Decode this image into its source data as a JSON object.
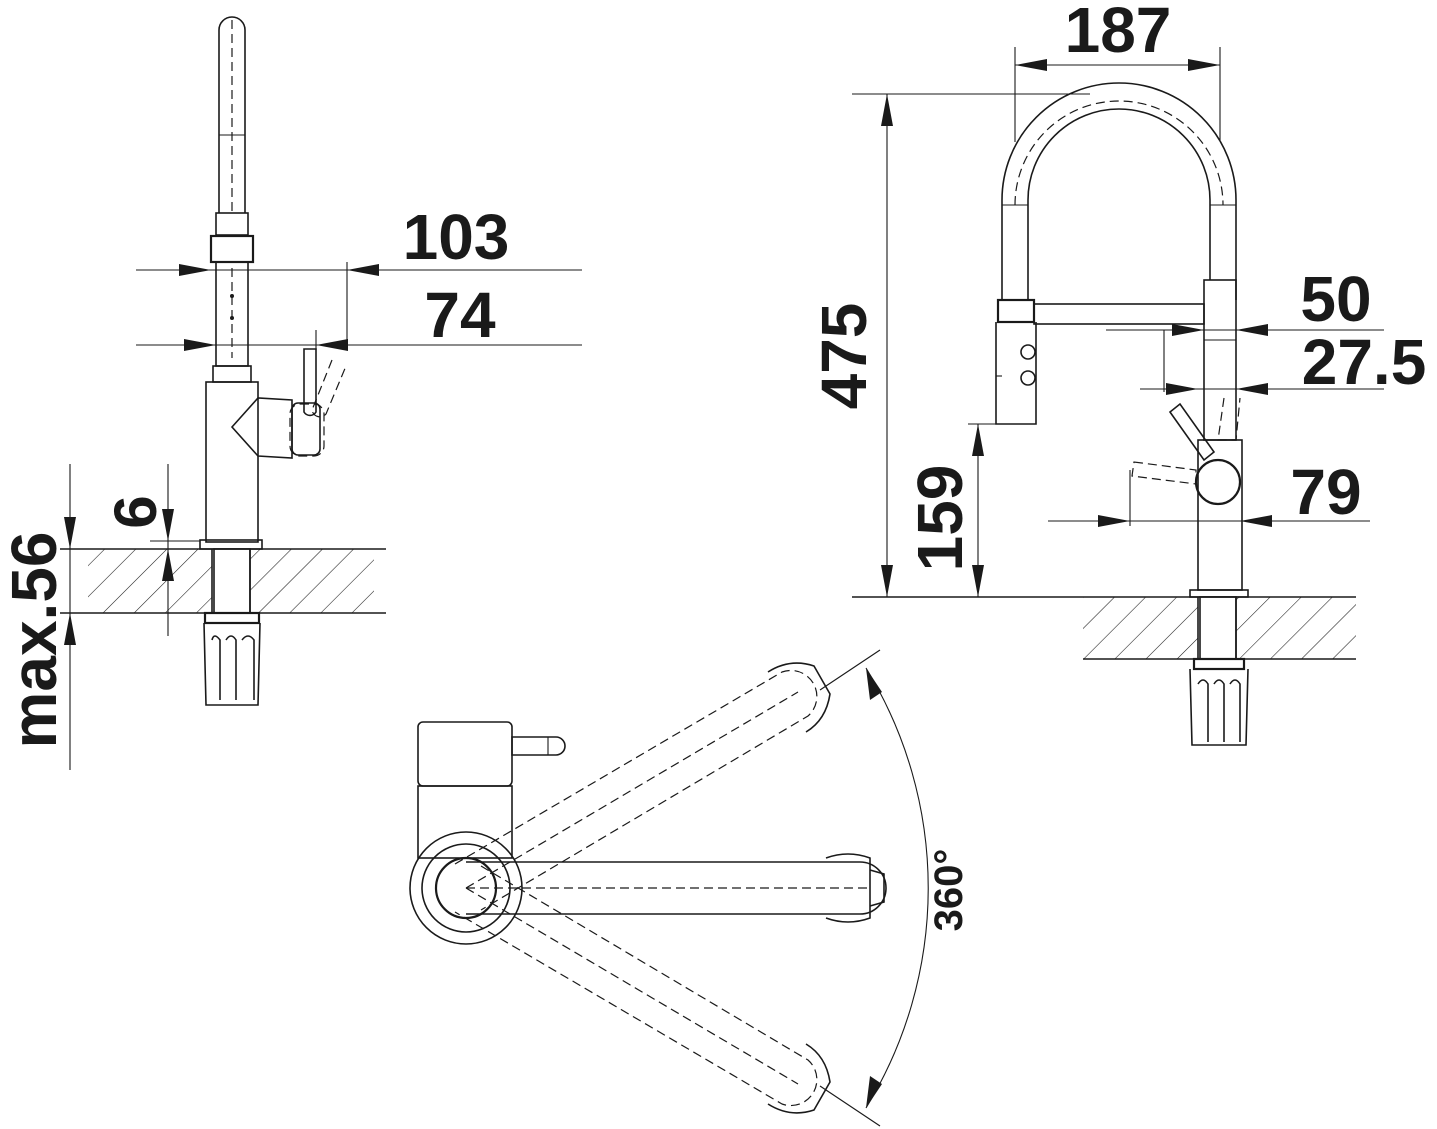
{
  "dimensions": {
    "width_187": "187",
    "reach_103": "103",
    "reach_74": "74",
    "hole_50": "50",
    "offset_27_5": "27.5",
    "lever_79": "79",
    "height_475": "475",
    "spout_159": "159",
    "thickness_6": "6",
    "max_56": "max.56",
    "rotation_360": "360°"
  }
}
